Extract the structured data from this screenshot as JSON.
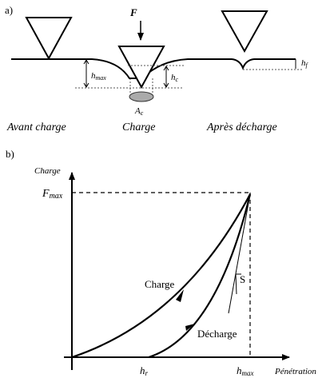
{
  "panel_a": {
    "label": "a)",
    "force": "F",
    "h_max": {
      "main": "h",
      "sub": "max"
    },
    "h_c": {
      "main": "h",
      "sub": "c"
    },
    "h_f": {
      "main": "h",
      "sub": "f"
    },
    "a_c": {
      "main": "A",
      "sub": "c"
    },
    "stage_before": "Avant charge",
    "stage_load": "Charge",
    "stage_after": "Après décharge"
  },
  "panel_b": {
    "label": "b)",
    "y_axis": "Charge",
    "f_max": {
      "main": "F",
      "sub": "max"
    },
    "curve_load": "Charge",
    "curve_unload": "Décharge",
    "stiffness": "S",
    "h_r": {
      "main": "h",
      "sub": "r"
    },
    "h_max": {
      "main": "h",
      "sub": "max"
    },
    "x_axis": "Pénétration"
  },
  "colors": {
    "stroke": "#000000",
    "dashed": "#555555",
    "contact": "#aaaaaa"
  }
}
